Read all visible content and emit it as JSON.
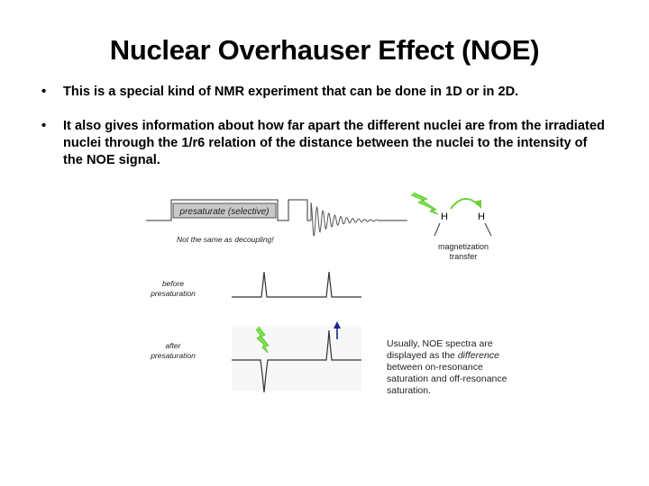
{
  "slide": {
    "title": "Nuclear Overhauser Effect (NOE)",
    "bullet_char": "•",
    "bullets": [
      "This is a special kind of NMR experiment that can be done in 1D or in 2D.",
      "It also gives information about how far apart the different nuclei are from the irradiated nuclei through the 1/r6 relation of the distance between the nuclei to the intensity of the NOE signal."
    ]
  },
  "figure": {
    "pulse_label": "presaturate (selective)",
    "pulse_note": "Not the same as decoupling!",
    "h_left": "H",
    "h_right": "H",
    "transfer_label_line1": "magnetization",
    "transfer_label_line2": "transfer",
    "before_line1": "before",
    "before_line2": "presaturation",
    "after_line1": "after",
    "after_line2": "presaturation",
    "caption_part1": "Usually, NOE spectra are displayed as the ",
    "caption_italic": "difference",
    "caption_part2": " between on-resonance saturation and off-resonance saturation.",
    "colors": {
      "lightning": "#7be34a",
      "arrow": "#1a2a8c",
      "line": "#333333"
    }
  }
}
